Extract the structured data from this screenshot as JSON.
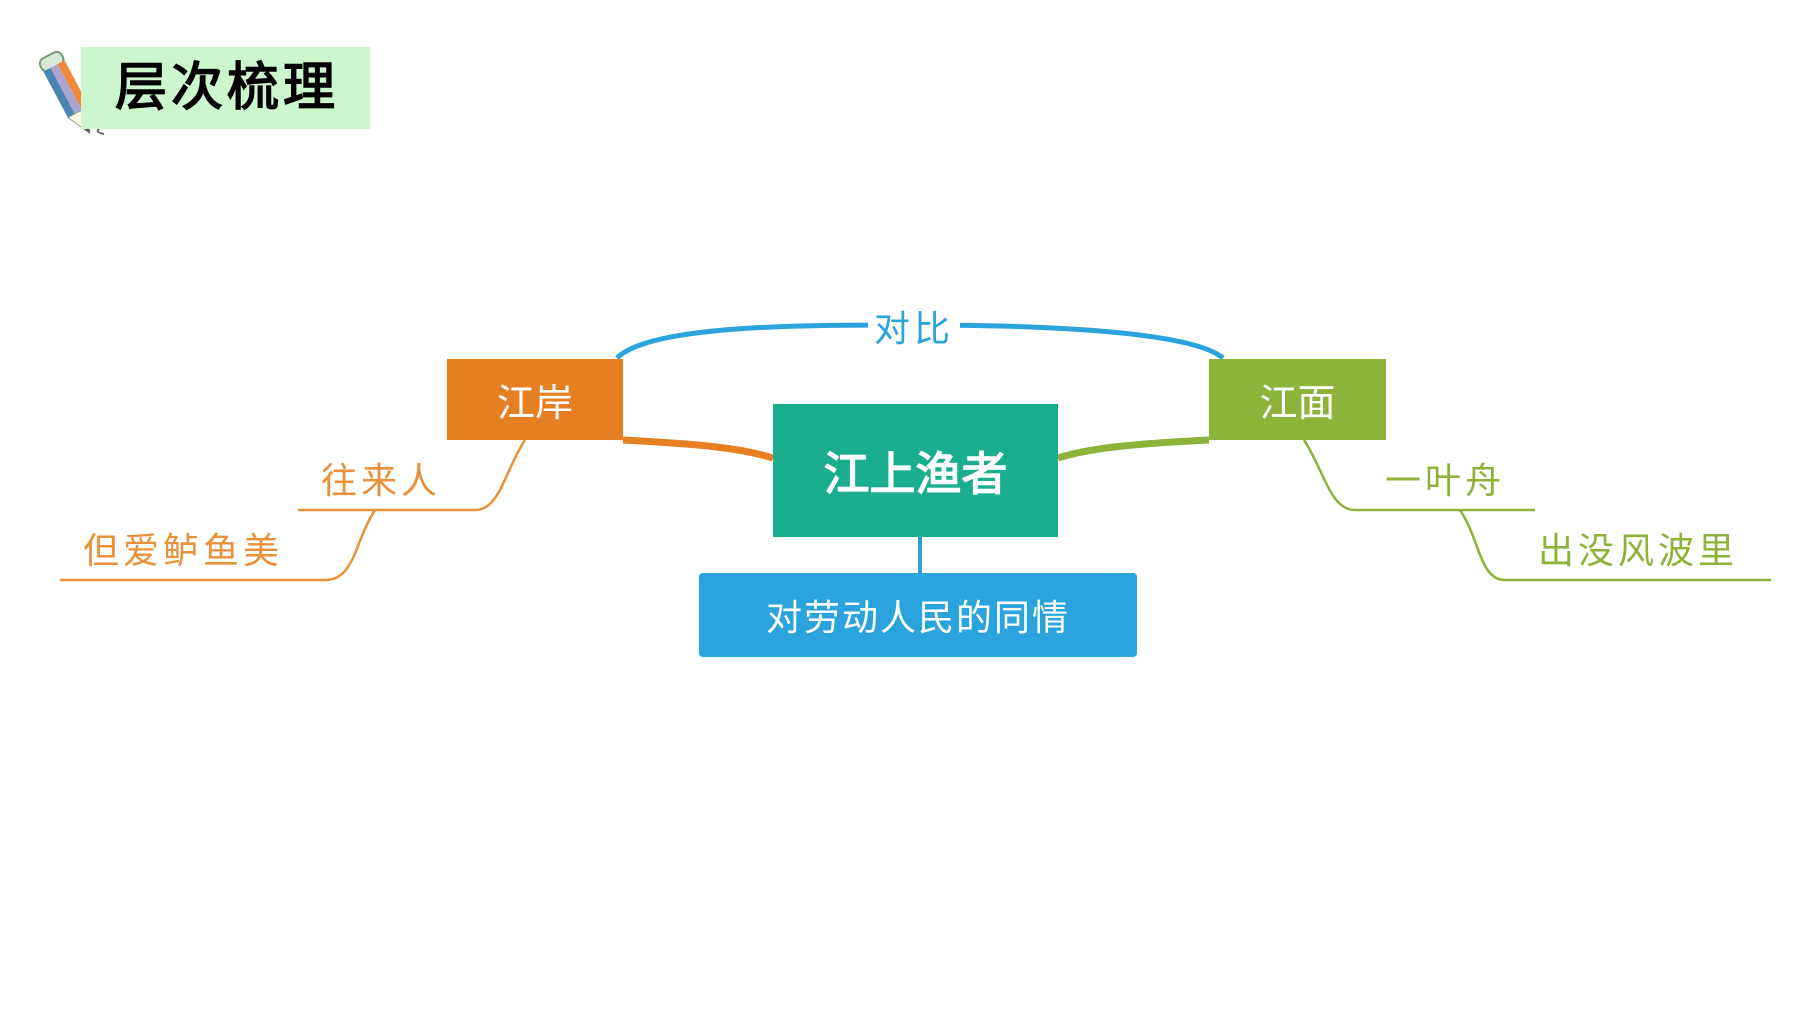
{
  "header": {
    "title": "层次梳理",
    "icon": "pencil-icon"
  },
  "mindmap": {
    "center": "江上渔者",
    "left": {
      "label": "江岸",
      "children": [
        "往来人",
        "但爱鲈鱼美"
      ]
    },
    "right": {
      "label": "江面",
      "children": [
        "一叶舟",
        "出没风波里"
      ]
    },
    "relation": "对比",
    "theme": "对劳动人民的同情"
  },
  "colors": {
    "left": "#e67e22",
    "right": "#8db33a",
    "center": "#1aae8e",
    "theme": "#2ba3dc",
    "title_bg": "#ccf7cc"
  }
}
